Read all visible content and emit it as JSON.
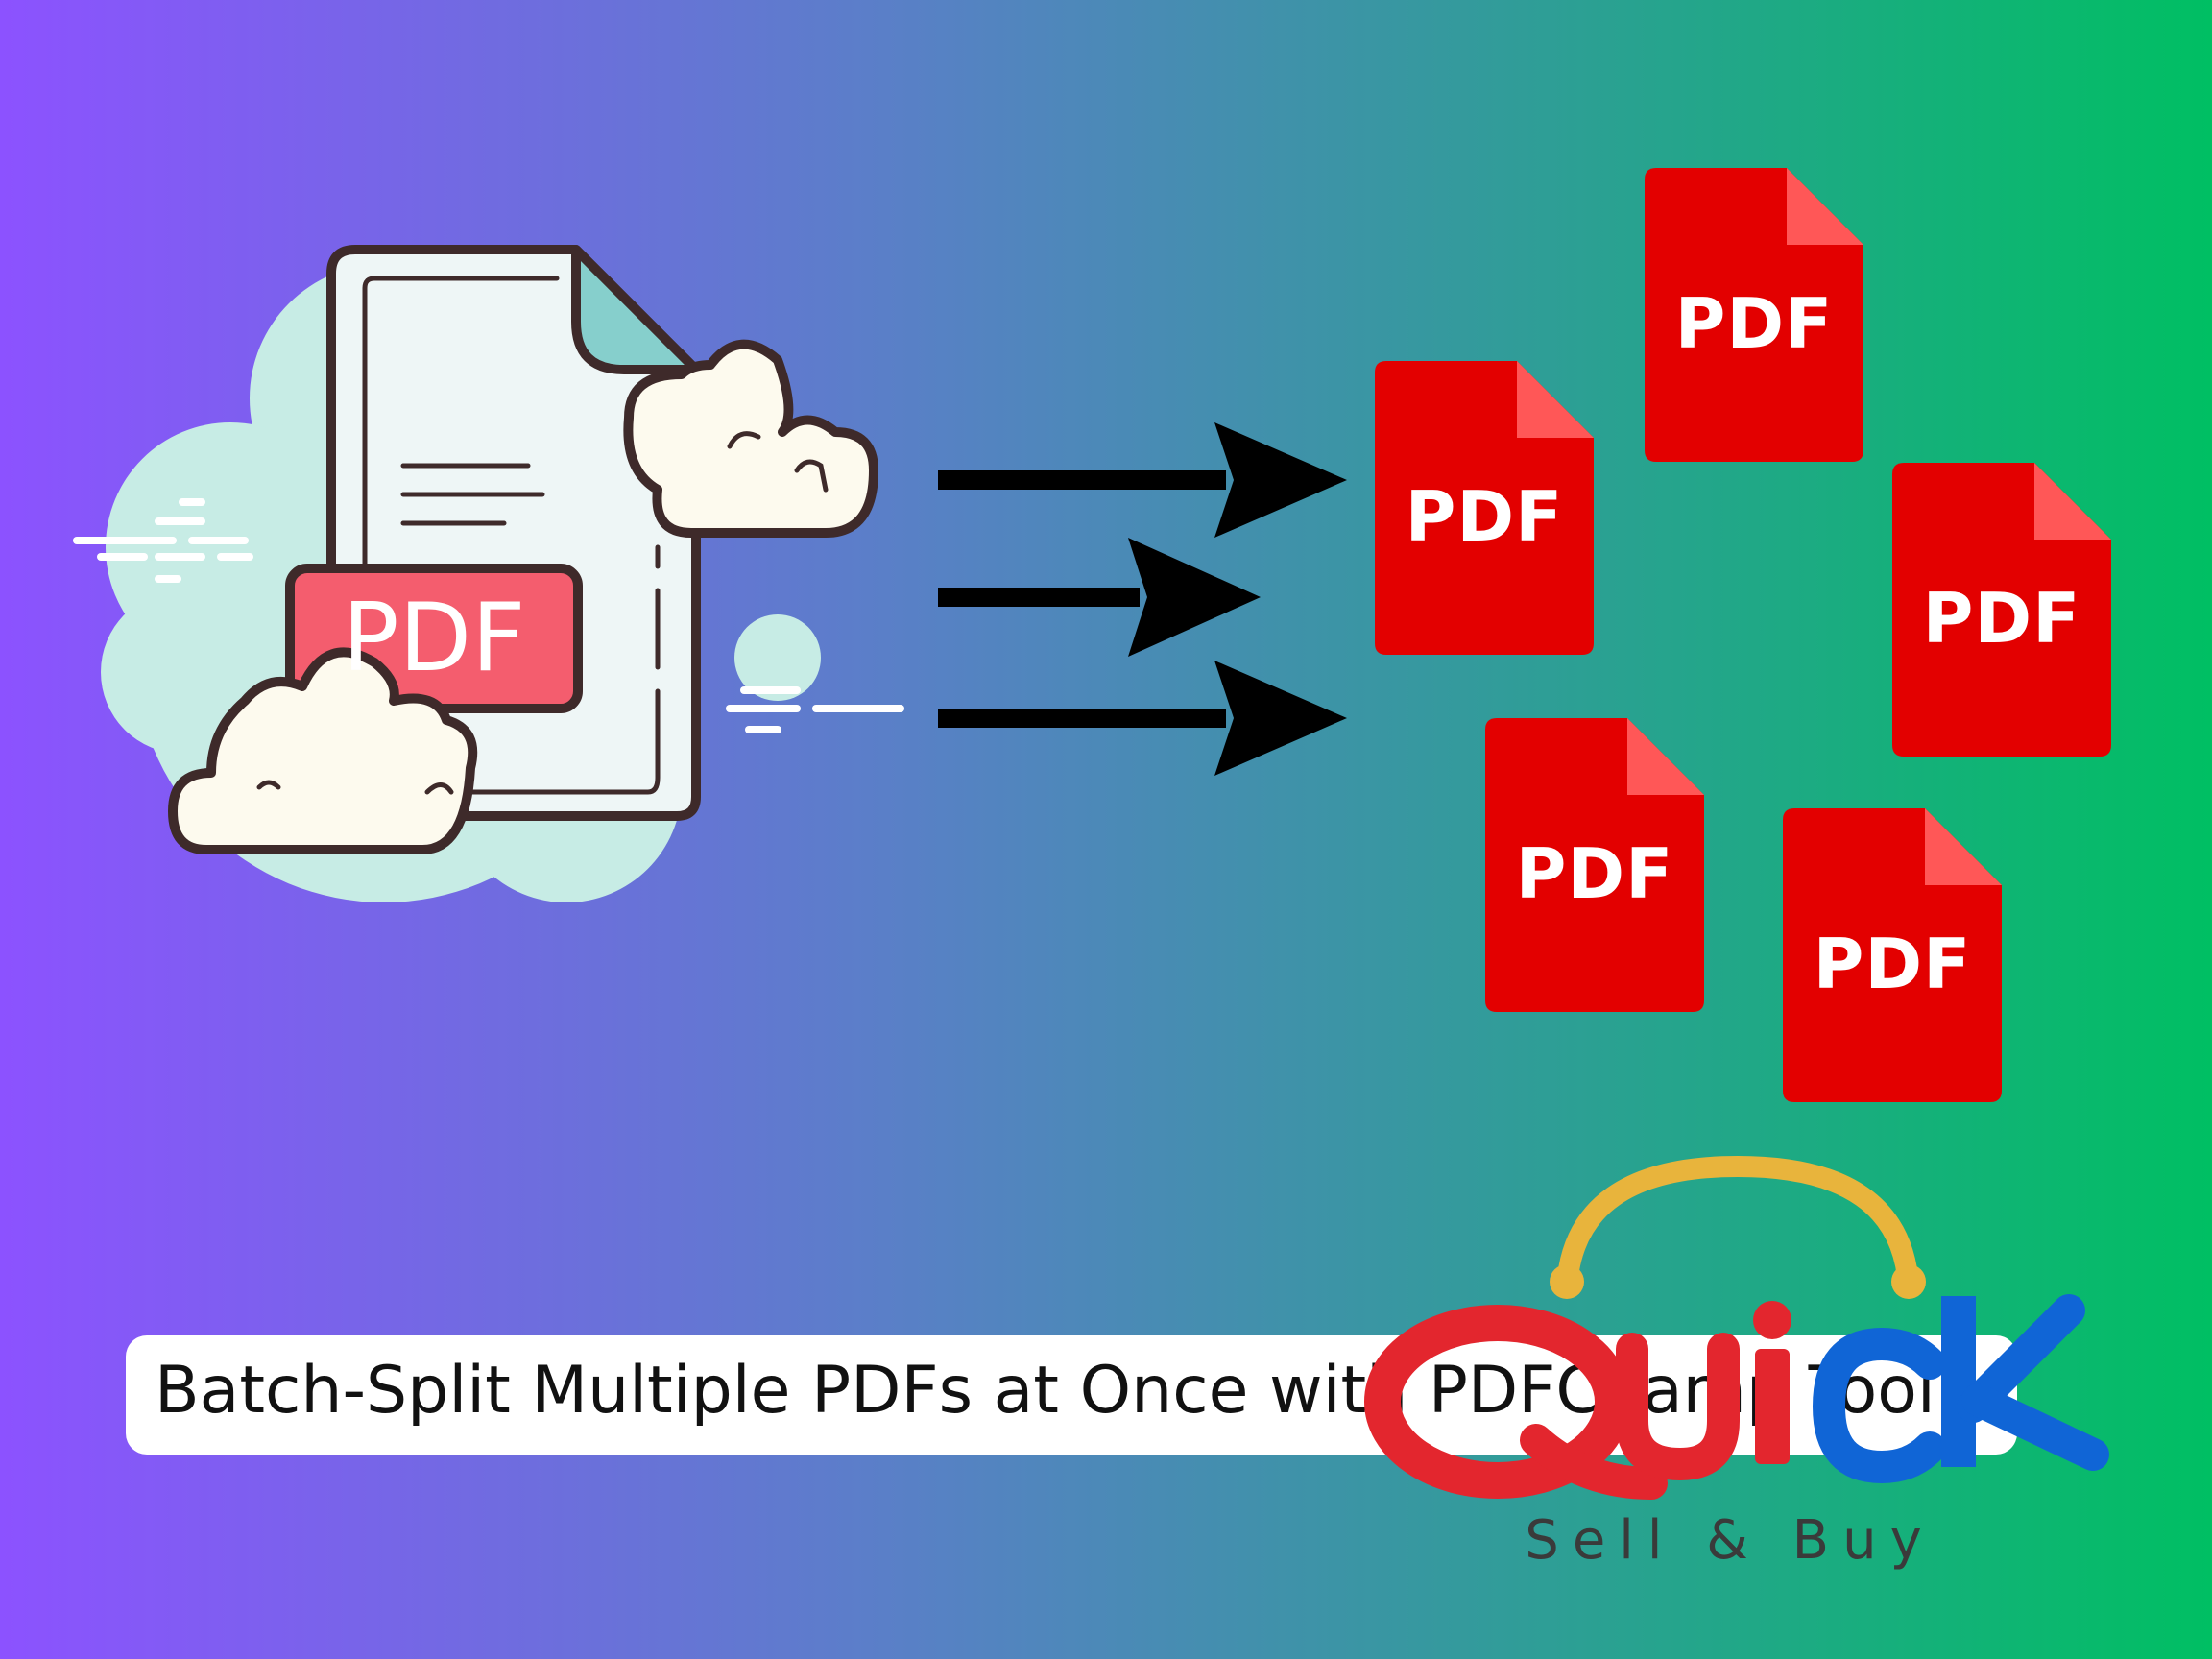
{
  "source_file": {
    "label": "PDF",
    "icon": "cloud-pdf-file-icon"
  },
  "output_files": [
    {
      "label": "PDF"
    },
    {
      "label": "PDF"
    },
    {
      "label": "PDF"
    },
    {
      "label": "PDF"
    },
    {
      "label": "PDF"
    }
  ],
  "caption": {
    "text": "Batch-Split Multiple PDFs at Once with PDFChamp Tool"
  },
  "logo": {
    "word": "Quick",
    "tagline": "Sell & Buy"
  },
  "colors": {
    "gradient_start": "#8c52ff",
    "gradient_end": "#00bf63",
    "pdf_red": "#e30000",
    "pdf_fold": "#ff5757",
    "logo_red": "#e3262e",
    "logo_blue": "#1065d6",
    "logo_handle": "#e8b43c"
  }
}
